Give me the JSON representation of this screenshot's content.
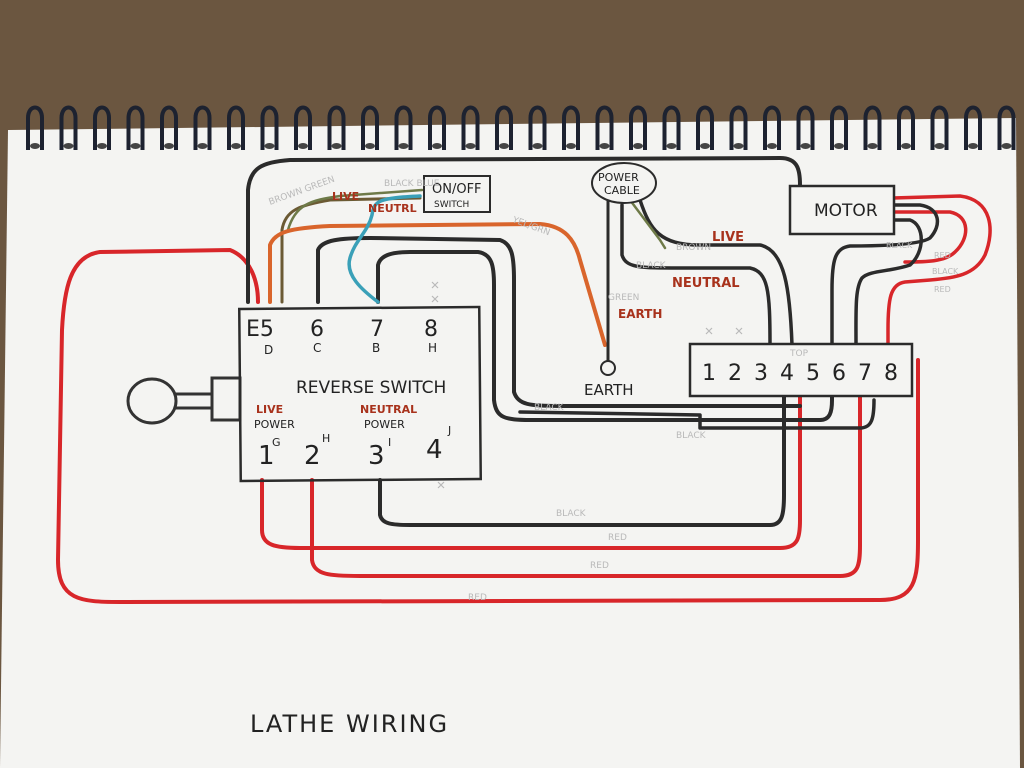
{
  "colors": {
    "background": "#6b5640",
    "paper": "#f4f4f2",
    "spiral": "#1d2230",
    "red_wire": "#d8262a",
    "black_wire": "#2b2b2b",
    "orange_wire": "#d9652c",
    "blue_wire": "#3aa0b8",
    "brown_wire": "#8a6a3a",
    "green_wire": "#6e7a48",
    "label_red": "#a8321c"
  },
  "title": "LATHE WIRING",
  "components": {
    "reverse_switch": {
      "label": "REVERSE SWITCH",
      "top_terminals": [
        "E5",
        "6",
        "7",
        "8"
      ],
      "top_sub": [
        "D",
        "C",
        "B",
        "H"
      ],
      "bottom_terminals": [
        "1",
        "2",
        "3",
        "4"
      ],
      "bottom_sub": [
        "G",
        "H",
        "I",
        "J"
      ],
      "live_power": [
        "LIVE",
        "POWER"
      ],
      "neutral_power": [
        "NEUTRAL",
        "POWER"
      ]
    },
    "on_off_switch": {
      "line1": "ON/OFF",
      "line2": "SWITCH"
    },
    "power_cable": {
      "line1": "POWER",
      "line2": "CABLE"
    },
    "motor": {
      "label": "MOTOR"
    },
    "terminal_block": {
      "numbers": [
        "1",
        "2",
        "3",
        "4",
        "5",
        "6",
        "7",
        "8"
      ],
      "top_note": "TOP"
    },
    "earth": {
      "label": "EARTH"
    }
  },
  "wire_labels": {
    "live_top": "LIVE",
    "neutral_top": "NEUTRL",
    "live_right": "LIVE",
    "neutral_right": "NEUTRAL",
    "earth_right": "EARTH",
    "faint": {
      "brown_green": "BROWN GREEN",
      "black_blue": "BLACK BLUE",
      "yellow": "YEL/GRN",
      "brown": "BROWN",
      "black": "BLACK",
      "green": "GREEN",
      "black_mid": "BLACK",
      "black_low": "BLACK",
      "black_bottom": "BLACK",
      "red_1": "RED",
      "red_2": "RED",
      "red_3": "RED",
      "motor_black_1": "BLACK",
      "motor_red_1": "RED",
      "motor_black_2": "BLACK",
      "motor_red_2": "RED"
    }
  }
}
